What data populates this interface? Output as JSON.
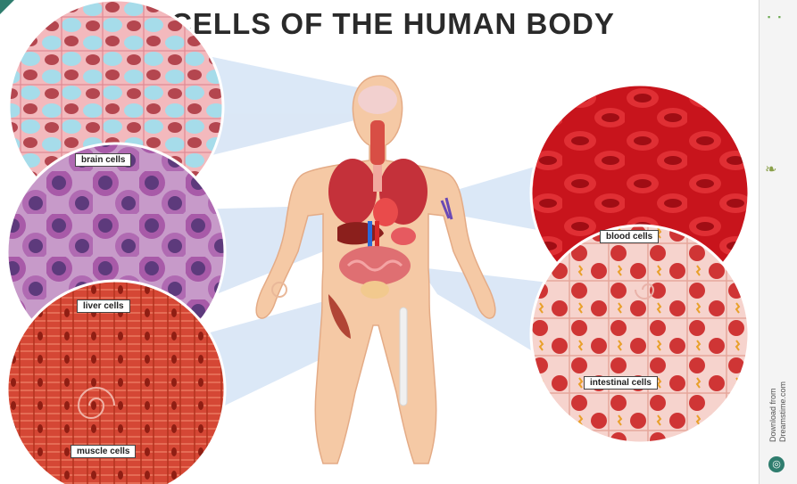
{
  "title": "CELLS OF THE HUMAN BODY",
  "cells": {
    "brain": "brain cells",
    "liver": "liver cells",
    "muscle": "muscle cells",
    "blood": "blood cells",
    "intestinal": "intestinal cells"
  },
  "watermark": {
    "download_line1": "Download from",
    "download_line2": "Dreamstime.com",
    "site": "dreamstime"
  },
  "colors": {
    "skin": "#f5c9a5",
    "accent": "#2f7d6e",
    "beam": "#cfe0f4"
  }
}
